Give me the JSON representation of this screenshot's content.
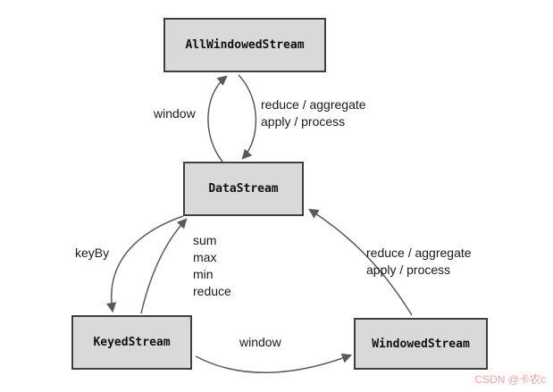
{
  "nodes": {
    "all_windowed": {
      "label": "AllWindowedStream"
    },
    "data_stream": {
      "label": "DataStream"
    },
    "keyed": {
      "label": "KeyedStream"
    },
    "windowed": {
      "label": "WindowedStream"
    }
  },
  "edges": {
    "window_up": {
      "label": "window"
    },
    "reduce_apply_top": {
      "label": "reduce / aggregate\napply / process"
    },
    "key_by": {
      "label": "keyBy"
    },
    "aggregations": {
      "label": "sum\nmax\nmin\nreduce"
    },
    "window_right": {
      "label": "window"
    },
    "reduce_apply_right": {
      "label": "reduce / aggregate\napply / process"
    }
  },
  "watermark": {
    "text": "CSDN @卡农c"
  },
  "colors": {
    "node_fill": "#d9d9d9",
    "node_border": "#3f3f3f",
    "arrow": "#5a5a5a",
    "watermark": "#f0a2a2"
  }
}
